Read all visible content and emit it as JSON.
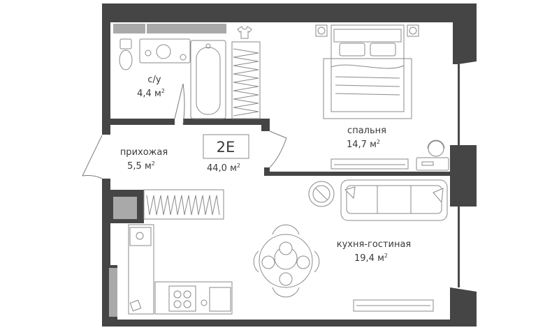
{
  "apartment": {
    "code": "2E",
    "total_area_value": "44,0 м",
    "total_area_sup": "2"
  },
  "rooms": [
    {
      "id": "bathroom",
      "name": "с/у",
      "area_value": "4,4 м",
      "area_sup": "2"
    },
    {
      "id": "hallway",
      "name": "прихожая",
      "area_value": "5,5 м",
      "area_sup": "2"
    },
    {
      "id": "bedroom",
      "name": "спальня",
      "area_value": "14,7 м",
      "area_sup": "2"
    },
    {
      "id": "kitchen-living",
      "name": "кухня-гостиная",
      "area_value": "19,4 м",
      "area_sup": "2"
    }
  ],
  "colors": {
    "wall": "#454545",
    "furniture": "#8a8a8a",
    "shade": "#a9a9a9",
    "text": "#3a3a3a"
  }
}
